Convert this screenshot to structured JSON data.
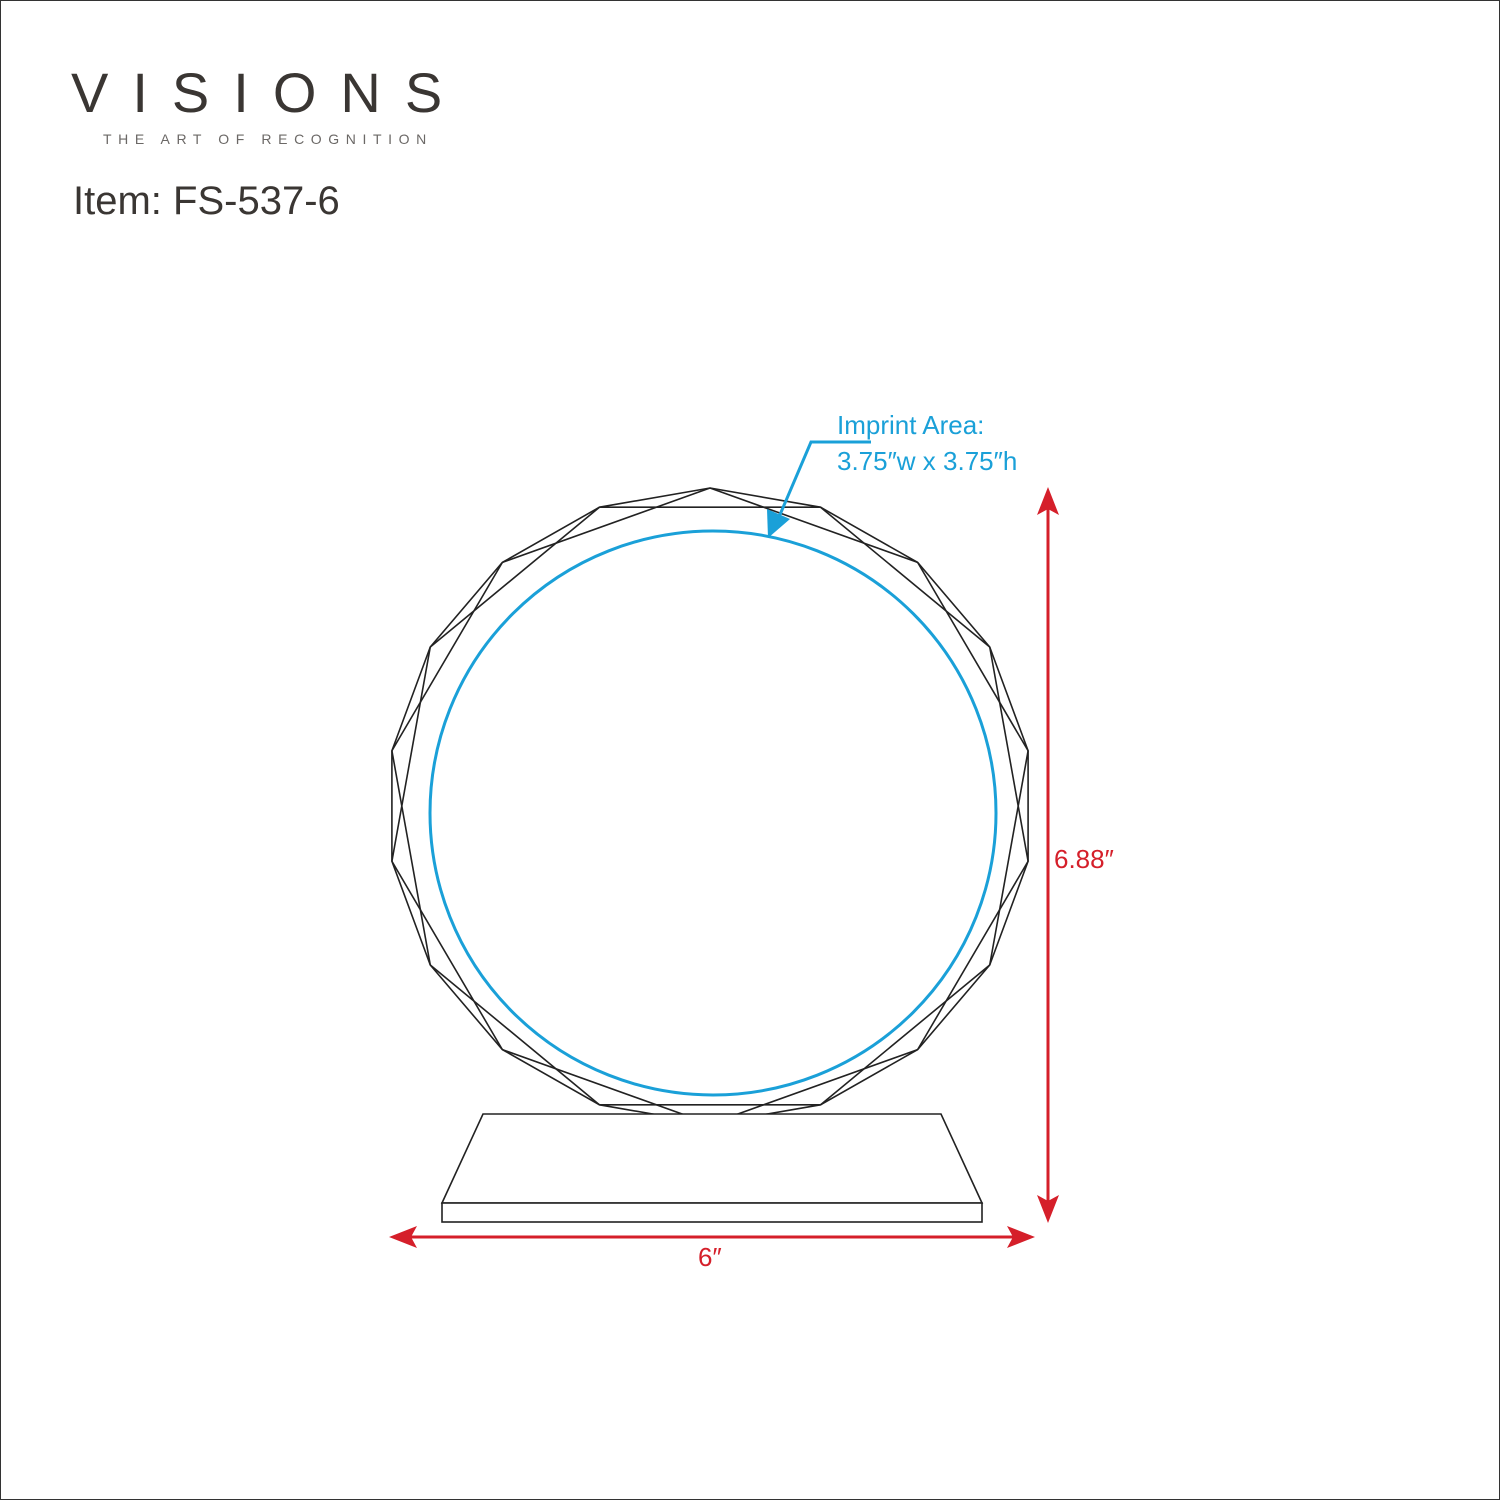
{
  "logo": {
    "brand": "VISIONS",
    "tagline": "THE ART OF RECOGNITION"
  },
  "item": {
    "label": "Item: FS-537-6"
  },
  "imprint": {
    "title": "Imprint Area:",
    "size": "3.75″w x 3.75″h"
  },
  "dimensions": {
    "width": "6″",
    "height": "6.88″"
  },
  "colors": {
    "imprint": "#1aa0d8",
    "dimension": "#d51f2a",
    "outline": "#222222",
    "text": "#3a3633"
  }
}
